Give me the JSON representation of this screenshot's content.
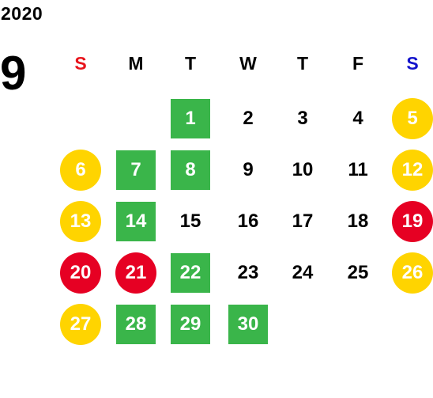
{
  "calendar": {
    "year": "2020",
    "month": "9",
    "weekdays": [
      {
        "label": "S",
        "color": "#e8141c"
      },
      {
        "label": "M",
        "color": "#000000"
      },
      {
        "label": "T",
        "color": "#000000"
      },
      {
        "label": "W",
        "color": "#000000"
      },
      {
        "label": "T",
        "color": "#000000"
      },
      {
        "label": "F",
        "color": "#000000"
      },
      {
        "label": "S",
        "color": "#1414cc"
      }
    ],
    "weeks": [
      [
        null,
        null,
        {
          "day": "1",
          "mark": "green-box"
        },
        {
          "day": "2",
          "mark": "none"
        },
        {
          "day": "3",
          "mark": "none"
        },
        {
          "day": "4",
          "mark": "none"
        },
        {
          "day": "5",
          "mark": "yellow-circle"
        }
      ],
      [
        {
          "day": "6",
          "mark": "yellow-circle"
        },
        {
          "day": "7",
          "mark": "green-box"
        },
        {
          "day": "8",
          "mark": "green-box"
        },
        {
          "day": "9",
          "mark": "none"
        },
        {
          "day": "10",
          "mark": "none"
        },
        {
          "day": "11",
          "mark": "none"
        },
        {
          "day": "12",
          "mark": "yellow-circle"
        }
      ],
      [
        {
          "day": "13",
          "mark": "yellow-circle"
        },
        {
          "day": "14",
          "mark": "green-box"
        },
        {
          "day": "15",
          "mark": "none"
        },
        {
          "day": "16",
          "mark": "none"
        },
        {
          "day": "17",
          "mark": "none"
        },
        {
          "day": "18",
          "mark": "none"
        },
        {
          "day": "19",
          "mark": "red-circle"
        }
      ],
      [
        {
          "day": "20",
          "mark": "red-circle"
        },
        {
          "day": "21",
          "mark": "red-circle"
        },
        {
          "day": "22",
          "mark": "green-box"
        },
        {
          "day": "23",
          "mark": "none"
        },
        {
          "day": "24",
          "mark": "none"
        },
        {
          "day": "25",
          "mark": "none"
        },
        {
          "day": "26",
          "mark": "yellow-circle"
        }
      ],
      [
        {
          "day": "27",
          "mark": "yellow-circle"
        },
        {
          "day": "28",
          "mark": "green-box"
        },
        {
          "day": "29",
          "mark": "green-box"
        },
        {
          "day": "30",
          "mark": "green-box"
        },
        null,
        null,
        null
      ]
    ],
    "marks": {
      "green-box": {
        "shape": "box",
        "color": "#3ab54a"
      },
      "yellow-circle": {
        "shape": "circle",
        "color": "#ffd400"
      },
      "red-circle": {
        "shape": "circle",
        "color": "#e60023"
      }
    }
  }
}
